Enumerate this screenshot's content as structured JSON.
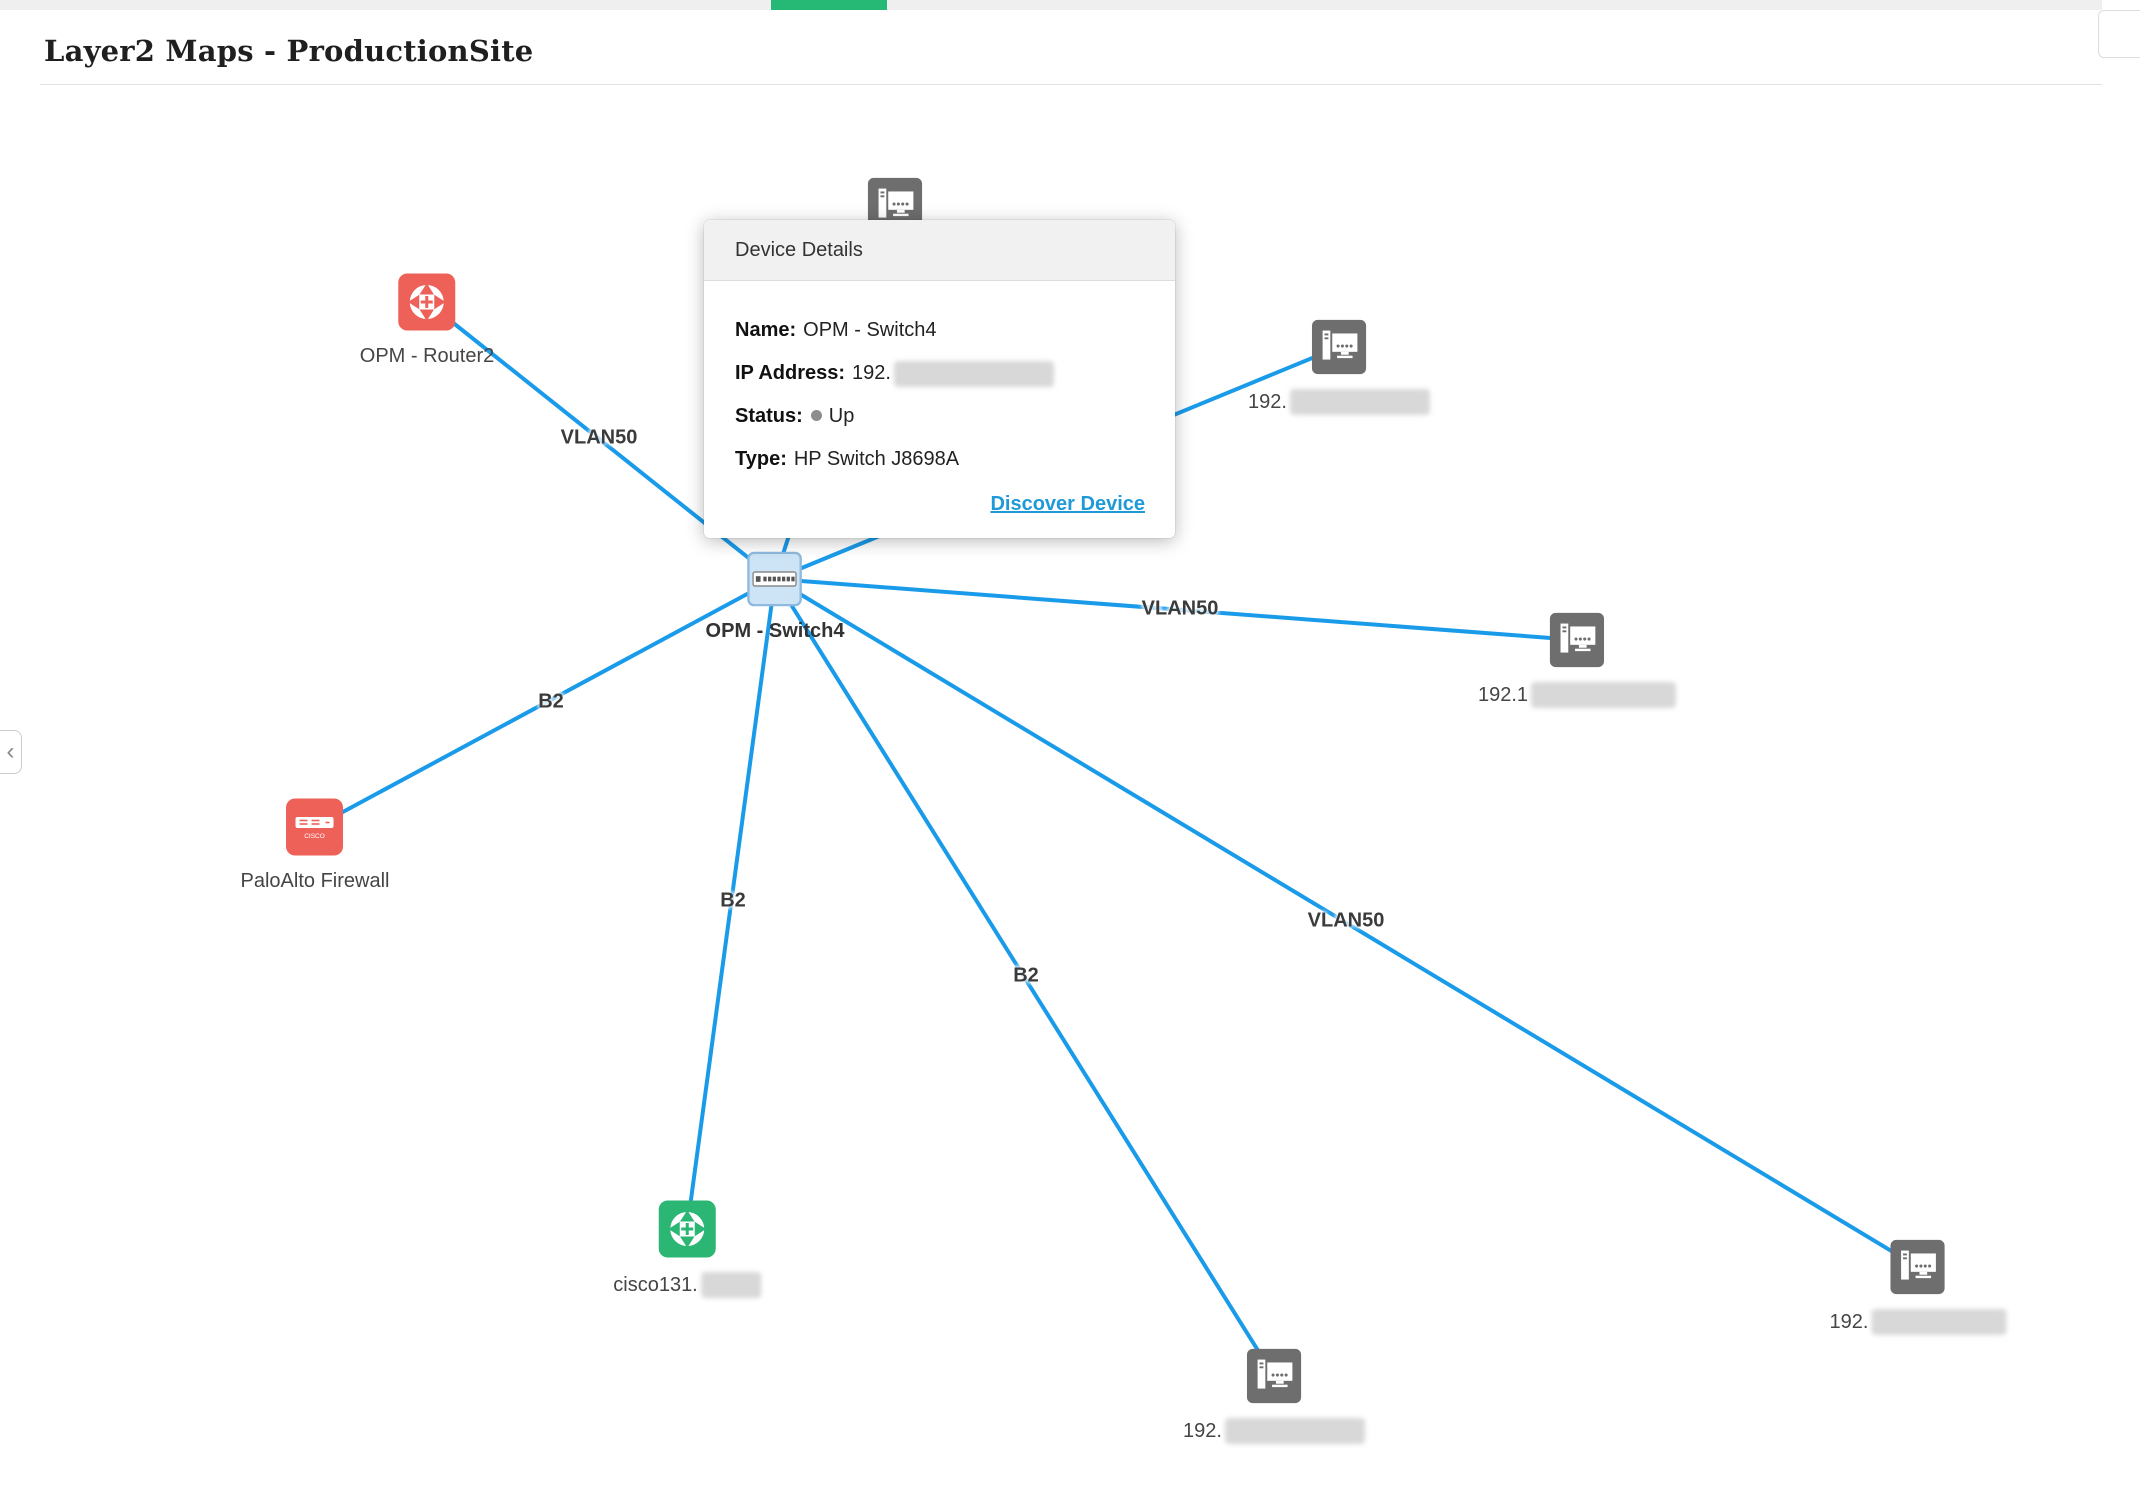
{
  "header": {
    "title": "Layer2 Maps - ProductionSite"
  },
  "sidebar": {
    "collapse_icon": "‹"
  },
  "popup": {
    "title": "Device Details",
    "name_label": "Name:",
    "name_value": "OPM - Switch4",
    "ip_label": "IP Address:",
    "ip_value": "192.",
    "status_label": "Status:",
    "status_value": "Up",
    "type_label": "Type:",
    "type_value": "HP Switch J8698A",
    "action_link": "Discover Device"
  },
  "map": {
    "nodes": [
      {
        "id": "opm-router2",
        "label": "OPM - Router2",
        "type": "router",
        "color": "#ee6159"
      },
      {
        "id": "opm-switch4",
        "label": "OPM - Switch4",
        "type": "switch",
        "color": "#cde4f7"
      },
      {
        "id": "paloalto-firewall",
        "label": "PaloAlto Firewall",
        "type": "firewall",
        "color": "#ee6159",
        "icon_caption": "CISCO"
      },
      {
        "id": "cisco131",
        "label": "cisco131.",
        "type": "router",
        "color": "#2bb673",
        "redacted": true
      },
      {
        "id": "host-top",
        "label": "",
        "type": "computer"
      },
      {
        "id": "host-top-right",
        "label": "192.",
        "type": "computer",
        "redacted": true
      },
      {
        "id": "host-right",
        "label": "192.1",
        "type": "computer",
        "redacted": true
      },
      {
        "id": "host-bottom-right",
        "label": "192.",
        "type": "computer",
        "redacted": true
      },
      {
        "id": "host-bottom",
        "label": "192.",
        "type": "computer",
        "redacted": true
      }
    ],
    "edges": [
      {
        "from": "opm-switch4",
        "to": "opm-router2",
        "label": "VLAN50"
      },
      {
        "from": "opm-switch4",
        "to": "paloalto-firewall",
        "label": "B2"
      },
      {
        "from": "opm-switch4",
        "to": "cisco131",
        "label": "B2"
      },
      {
        "from": "opm-switch4",
        "to": "host-bottom",
        "label": "B2"
      },
      {
        "from": "opm-switch4",
        "to": "host-bottom-right",
        "label": "VLAN50"
      },
      {
        "from": "opm-switch4",
        "to": "host-right",
        "label": "VLAN50"
      },
      {
        "from": "opm-switch4",
        "to": "host-top-right",
        "label": ""
      },
      {
        "from": "opm-switch4",
        "to": "host-top",
        "label": ""
      }
    ]
  },
  "colors": {
    "edge": "#1a9bea",
    "status_dot": "#8d8d8d",
    "accent_green": "#26b875",
    "link": "#1f9ad7"
  }
}
